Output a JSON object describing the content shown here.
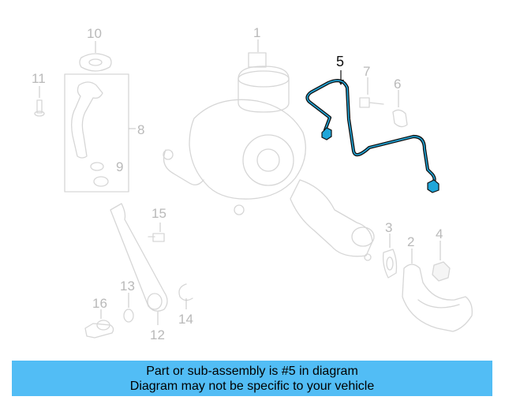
{
  "callouts": {
    "c1": "1",
    "c2": "2",
    "c3": "3",
    "c4": "4",
    "c5": "5",
    "c6": "6",
    "c7": "7",
    "c8": "8",
    "c9": "9",
    "c10": "10",
    "c11": "11",
    "c12": "12",
    "c13": "13",
    "c14": "14",
    "c15": "15",
    "c16": "16"
  },
  "banner": {
    "line1": "Part or sub-assembly is #5 in diagram",
    "line2": "Diagram may not be specific to your vehicle",
    "color": "#52bdf5"
  },
  "highlight_color": "#1fa6d9"
}
